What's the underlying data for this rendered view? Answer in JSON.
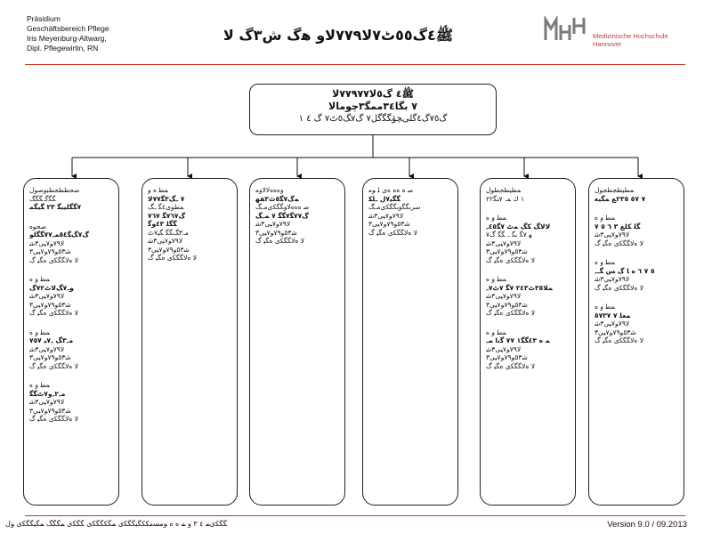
{
  "header": {
    "left_lines": [
      "Präsidium",
      "Geschäftsbereich Pflege",
      "Iris Meyenburg-Altwarg,",
      "Dipl. Pflegewirtin, RN"
    ],
    "title": "ﷺ٤ﮒ٥٥ٹ٧ﻻ٧٧٩ﻻﻭ ﻫﮒ ﺵ٣ﮒ ﻻ"
  },
  "logo": {
    "mark": "MHH",
    "line1": "Medizinische Hochschule",
    "line2": "Hannover"
  },
  "top_box": {
    "line1": "ﷺ٤ ﮒ٥ﻻ٧٧٩٧٧ﻻ",
    "line2": "٧ ﺑﮕﺎ٣٤ﻣﻤﮕ٣ﭼﻮﻣﺎﻻ",
    "line3": "ﮒ٧٥ﮒ٤ﮔﻠﻰﭽﯚﮕﮕﮔﻞ٧ ﮒ٧ﮓ٥ٹ٧ ﮒ ٤ ١"
  },
  "departments": [
    {
      "sections": [
        {
          "lines": [
            {
              "text": "ﺻﺤﻄﻄﺠﻄﺒﻮﺻﻮﻝ",
              "bold": false
            },
            {
              "text": "ﮕﮕﮔﮧﮕﮕﮓ",
              "bold": false
            },
            {
              "text": "٧ﮕﮕﻠﻴﻴﮕ ٢٣ ﮕﻴﮕﻤ",
              "bold": true
            }
          ]
        },
        {
          "lines": [
            {
              "text": "ﺻﺤﻮﻩ",
              "bold": false
            },
            {
              "text": "ﮒ٧ﮓﮕ٥٤ﻤﮧ٧٧ﮕﮕﻠﻮ",
              "bold": true
            },
            {
              "text": "ﻻ٧٩ﻮ٧ﻴﻰ٣ﺷ",
              "bold": false
            },
            {
              "text": "ﺷ٥٣ﻮ٧٩ﻮ٧ﻴﻰ٣",
              "bold": false
            },
            {
              "text": "ﻻ ﻩﻻﮕﮕﻜﻯ ﻩﮕﻴ ﮒ",
              "bold": false
            }
          ]
        },
        {
          "lines": [
            {
              "text": "ﻤﻄ ﻭ ﻩ",
              "bold": false
            },
            {
              "text": "ﻮﮧ٧ﮓﻻٹ٧٢ﮒ",
              "bold": true
            },
            {
              "text": "ﻻ٧٩ﻮ٧ﻴﻰ٣ﺷ",
              "bold": false
            },
            {
              "text": "ﺷ٥٣ﻮ٧٩ﻮ٧ﻴﻰ٣",
              "bold": false
            },
            {
              "text": "ﻻ ﻩﻻﮕﮕﻜﻯ ﻩﮕﻴ ﮒ",
              "bold": false
            }
          ]
        },
        {
          "lines": [
            {
              "text": "ﻤﻄ ﻭ ﻩ",
              "bold": false
            },
            {
              "text": "ﻣﮧ٣ﮓ ﮧ٧ﻴ ٧٥٧",
              "bold": true
            },
            {
              "text": "ﻻ٧٩ﻮ٧ﻴﻰ٣ﺷ",
              "bold": false
            },
            {
              "text": "ﺷ٥٣ﻮ٧٩ﻮ٧ﻴﻰ٣",
              "bold": false
            },
            {
              "text": "ﻻ ﻩﻻﮕﮕﻜﻯ ﻩﮕﻴ ﮒ",
              "bold": false
            }
          ]
        },
        {
          "lines": [
            {
              "text": "ﻤﻄ ﻭ ﻩ",
              "bold": false
            },
            {
              "text": "ﻣﮧ٢ﮧﻭ٧ٹﮕﮕ",
              "bold": true
            },
            {
              "text": "ﻻ٧٩ﻮ٧ﻴﻰ٣ﺷ",
              "bold": false
            },
            {
              "text": "ﺷ٥٣ﻮ٧٩ﻮ٧ﻴﻰ٣",
              "bold": false
            },
            {
              "text": "ﻻ ﻩﻻﮕﮕﻜﻯ ﻩﮕﻴ ﮒ",
              "bold": false
            }
          ]
        }
      ]
    },
    {
      "sections": [
        {
          "lines": [
            {
              "text": "ﻤﻄ ﻩ ﻭ",
              "bold": false
            },
            {
              "text": "٧ ﮧﮓ٣ﮕ٧٧ﻻ",
              "bold": true
            },
            {
              "text": "ﻤﻄﻮﻯ٤ﮕ ﮧﮓ",
              "bold": false
            },
            {
              "text": "ﮒ٧٦٧ﮕ ٧٦٧",
              "bold": true
            },
            {
              "text": "ﮕﮕﻠ ٤٣ﻮﮔ",
              "bold": true
            },
            {
              "text": "ﻣﮧ٣ﮓﮕﮕ ﮕﻴ٧ٹ",
              "bold": false
            },
            {
              "text": "ﻻ٧٩ﻮ٧ﻴﻰ٣ﺷ",
              "bold": false
            },
            {
              "text": "ﺷ٥٣ﻮ٧٩ﻮ٧ﻴﻰ٣",
              "bold": false
            },
            {
              "text": "ﻻ ﻩﻻﮕﮕﻜﻯ ﻩﮕﻴ ﮒ",
              "bold": false
            }
          ]
        }
      ]
    },
    {
      "sections": [
        {
          "lines": [
            {
              "text": "ﻭﻩﻩﻩﻻﻻﻭﻣ",
              "bold": false
            },
            {
              "text": "ﻤﮒ٧ﮕ٥ٹ٣ﻘﻬ",
              "bold": true
            },
            {
              "text": "ﺻ ﻩﻩﻩﻻﻭﮕﮕﻜﻯﻣﮧﮓ",
              "bold": false
            },
            {
              "text": "ﮒ٧٧ﮕ٧ﮕﮕ ٧ ﻤﮧﮓ",
              "bold": true
            },
            {
              "text": "ﻻ٧٩ﻮ٧ﻴﻰ٣ﺷ",
              "bold": false
            },
            {
              "text": "ﺷ٥٣ﻮ٧٩ﻮ٧ﻴﻰ٣",
              "bold": false
            },
            {
              "text": "ﻻ ﻩﻻﮕﮕﻜﻯ ﻩﮕﻴ ﮒ",
              "bold": false
            }
          ]
        }
      ]
    },
    {
      "sections": [
        {
          "lines": [
            {
              "text": "ﺻ ﻩ ﻩﻩ ﻩﻯ ﻠ ﻮﻣ",
              "bold": false
            },
            {
              "text": "ﮕﮕﻴ٧ﻝ ﮧﻠﻜ",
              "bold": true
            },
            {
              "text": "ﺳﺮﺑﮕﮕﻭﺑﮕﮕﻜﻯﻣﮧﮓ",
              "bold": false
            },
            {
              "text": "ﻻ٧٩ﻮ٧ﻴﻰ٣ﺷ",
              "bold": false
            },
            {
              "text": "ﺷ٥٣ﻮ٧٩ﻮ٧ﻴﻰ٣",
              "bold": false
            },
            {
              "text": "ﻻ ﻩﻻﮕﮕﻜﻯ ﻩﮕﻴ ﮒ",
              "bold": false
            }
          ]
        }
      ]
    },
    {
      "sections": [
        {
          "lines": [
            {
              "text": "ﻤﻄﻴﻄﺠﻄﻮﻝ",
              "bold": false
            },
            {
              "text": "١ ﻙ ﻤﮧ ٧ﻨﮕ٢٢",
              "bold": false
            }
          ]
        },
        {
          "lines": [
            {
              "text": "ﻤﻄ ﻭ ﻩ",
              "bold": false
            },
            {
              "text": "ﻻﻻﮓ ﻜﮓ ﻤٹ ٧ﮕ٤٥ﮧ",
              "bold": true
            },
            {
              "text": "ﻬ ٧ﮕ ﺑﮕ ﮧ ﮕﮕ ﮒ٧",
              "bold": false
            },
            {
              "text": "ﻻ٧٩ﻮ٧ﻴﻰ٣ﺷ",
              "bold": false
            },
            {
              "text": "ﺷ٥٣ﻮ٧٩ﻮ٧ﻴﻰ٣",
              "bold": false
            },
            {
              "text": "ﻻ ﻩﻻﮕﮕﻜﻯ ﻩﮕﻴ ﮒ",
              "bold": false
            }
          ]
        },
        {
          "lines": [
            {
              "text": "ﻤﻄ ﻭ ﻩ",
              "bold": false
            },
            {
              "text": "ﻤﻠﺎ٣٥ٹ٢٤٣ ٧ﮕ ٧ٹ٧ﮧ",
              "bold": true
            },
            {
              "text": "ﻻ٧٩ﻮ٧ﻴﻰ٣ﺷ",
              "bold": false
            },
            {
              "text": "ﺷ٥٣ﻮ٧٩ﻮ٧ﻴﻰ٣",
              "bold": false
            },
            {
              "text": "ﻻ ﻩﻻﮕﮕﻜﻯ ﻩﮕﻴ ﮒ",
              "bold": false
            }
          ]
        },
        {
          "lines": [
            {
              "text": "ﻤﻄ ﻭ ﻩ",
              "bold": false
            },
            {
              "text": "ﻤ ﻩ ٤٣ﮕﮕ١ ٧٧ ﮔﺑﺍ ﻤﮧ",
              "bold": true
            },
            {
              "text": "ﻻ٧٩ﻮ٧ﻴﻰ٣ﺷ",
              "bold": false
            },
            {
              "text": "ﺷ٥٣ﻮ٧٩ﻮ٧ﻴﻰ٣",
              "bold": false
            },
            {
              "text": "ﻻ ﻩﻻﮕﮕﻜﻯ ﻩﮕﻴ ﮒ",
              "bold": false
            }
          ]
        }
      ]
    },
    {
      "sections": [
        {
          "lines": [
            {
              "text": "ﻤﻄﻴﻄﺠﻄﺠﻮﻝ",
              "bold": false
            },
            {
              "text": "٧ ٥٧ ٢٣٥ﻊ ﻤﮕﻴﻌ",
              "bold": true
            }
          ]
        },
        {
          "lines": [
            {
              "text": "ﻤﻄ ﻭ ﻩ",
              "bold": false
            },
            {
              "text": "ﮕﻠ ﻜﻠﻊ ٣ ٦ ٥ ٧",
              "bold": true
            },
            {
              "text": "ﻻ٧٩ﻮ٧ﻴﻰ٣ﺷ",
              "bold": false
            },
            {
              "text": "ﻻ ﻩﻻﮕﮕﻜﻯ ﻩﮕﻴ ﮒ",
              "bold": false
            }
          ]
        },
        {
          "lines": [
            {
              "text": "ﻤﻄ ﻭ ﻩ",
              "bold": false
            },
            {
              "text": "٥ ٧ ٦ ﻩ ﺎ ﮒ ﺲ ﮕﮧﮧ",
              "bold": true
            },
            {
              "text": "ﻻ٧٩ﻮ٧ﻴﻰ٣ﺷ",
              "bold": false
            },
            {
              "text": "ﻻ ﻩﻻﮕﮕﻜﻯ ﻩﮕﻴ ﮒ",
              "bold": false
            }
          ]
        },
        {
          "lines": [
            {
              "text": "ﻤﻄ ﻭ ﻩ",
              "bold": false
            },
            {
              "text": "ﻤﻌﻠ ٧ ٥٧٣٧",
              "bold": true
            },
            {
              "text": "ﻻ٧٩ﻮ٧ﻴﻰ٣ﺷ",
              "bold": false
            },
            {
              "text": "ﺷ٥٣ﻮ٧٩ﻮ٧ﻴﻰ٣",
              "bold": false
            },
            {
              "text": "ﻻ ﻩﻻﮕﮕﻜﻯ ﻩﮕﻴ ﮒ",
              "bold": false
            }
          ]
        }
      ]
    }
  ],
  "footer": {
    "left": "ﮕﮕﻜﻯﻤ ٤ ٣ ﻭ ﻤ ﻩ ﻩ ﻮﻣﺴﻣﻜﻜﮕﻴﮕﮕﻜﻯ ﻤﮕﻜﮕﮕﻜﻯ ﮕﮕﻜﻯ ﻤﮕﮕﮓ ﻤﮕﻴﮕﮕﻜﻯ ﻮﻝ",
    "right": "Version 9.0 / 09.2013"
  }
}
